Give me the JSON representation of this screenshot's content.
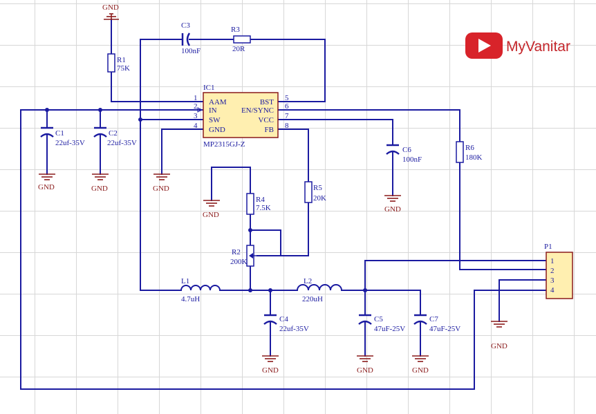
{
  "brand": {
    "name": "MyVanitar",
    "logo_icon": "play-button-icon",
    "logo_color": "#d8232a"
  },
  "colors": {
    "wire": "#1a1aa0",
    "ground": "#8a1a1a",
    "ic_fill": "#ffefb0",
    "connector_fill": "#ffefb0"
  },
  "ic": {
    "designator": "IC1",
    "part": "MP2315GJ-Z",
    "left_pins": [
      {
        "num": "1",
        "name": "AAM"
      },
      {
        "num": "2",
        "name": "IN"
      },
      {
        "num": "3",
        "name": "SW"
      },
      {
        "num": "4",
        "name": "GND"
      }
    ],
    "right_pins": [
      {
        "num": "5",
        "name": "BST"
      },
      {
        "num": "6",
        "name": "EN/SYNC"
      },
      {
        "num": "7",
        "name": "VCC"
      },
      {
        "num": "8",
        "name": "FB"
      }
    ]
  },
  "components": {
    "R1": {
      "ref": "R1",
      "value": "75K"
    },
    "R3": {
      "ref": "R3",
      "value": "20R"
    },
    "R4": {
      "ref": "R4",
      "value": "7.5K"
    },
    "R5": {
      "ref": "R5",
      "value": "20K"
    },
    "R6": {
      "ref": "R6",
      "value": "180K"
    },
    "R2": {
      "ref": "R2",
      "value": "200K"
    },
    "C1": {
      "ref": "C1",
      "value": "22uf-35V"
    },
    "C2": {
      "ref": "C2",
      "value": "22uf-35V"
    },
    "C3": {
      "ref": "C3",
      "value": "100nF"
    },
    "C4": {
      "ref": "C4",
      "value": "22uf-35V"
    },
    "C5": {
      "ref": "C5",
      "value": "47uF-25V"
    },
    "C6": {
      "ref": "C6",
      "value": "100nF"
    },
    "C7": {
      "ref": "C7",
      "value": "47uF-25V"
    },
    "L1": {
      "ref": "L1",
      "value": "4.7uH"
    },
    "L2": {
      "ref": "L2",
      "value": "220uH"
    }
  },
  "connector": {
    "ref": "P1",
    "pins": [
      "1",
      "2",
      "3",
      "4"
    ]
  },
  "ground_label": "GND"
}
